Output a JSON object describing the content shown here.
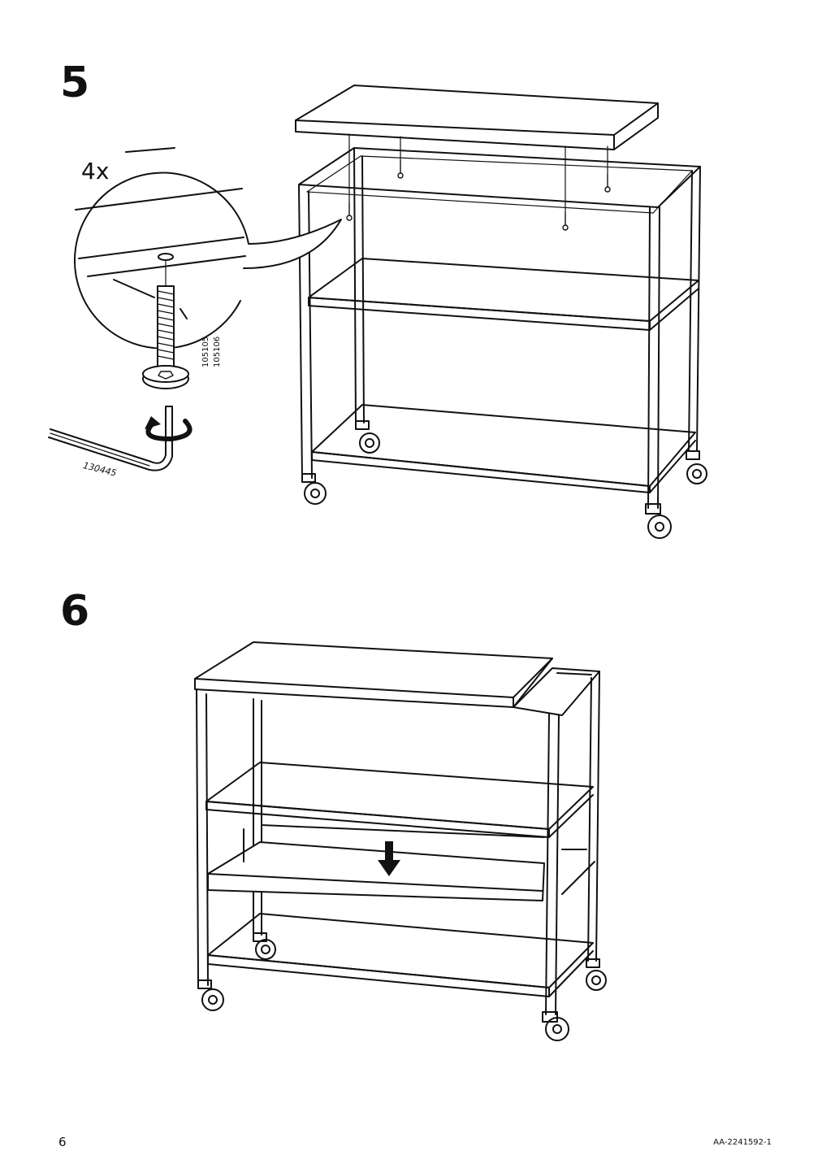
{
  "steps": [
    {
      "number": "5"
    },
    {
      "number": "6"
    }
  ],
  "detail": {
    "quantity": "4x",
    "screw_parts": [
      "105105",
      "105106"
    ],
    "tool_part": "130445"
  },
  "footer": {
    "page_number": "6",
    "doc_code": "AA-2241592-1"
  },
  "icons": [
    "screw-icon",
    "allen-key-icon",
    "rotation-arrow-icon",
    "down-arrow-icon",
    "caster-wheel-icon"
  ]
}
